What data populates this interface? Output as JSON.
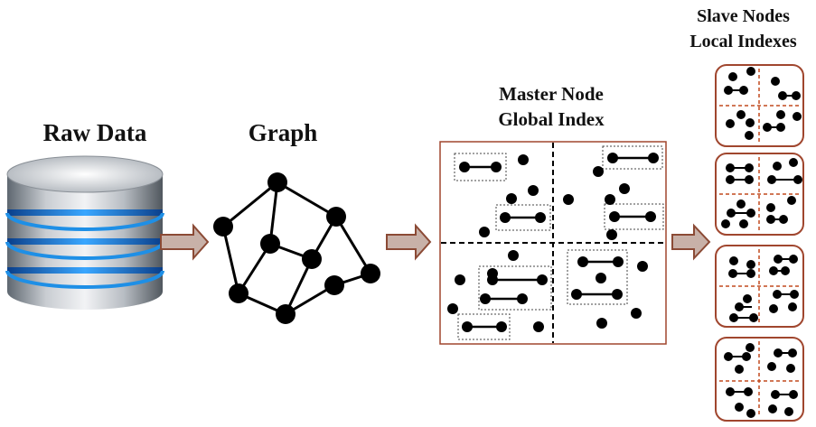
{
  "labels": {
    "raw_data": "Raw Data",
    "graph": "Graph",
    "master_line1": "Master Node",
    "master_line2": "Global Index",
    "slave_line1": "Slave Nodes",
    "slave_line2": "Local Indexes"
  },
  "colors": {
    "partition_border": "#a0462e",
    "partition_divider": "#c24a1e",
    "arrow_fill": "#c8b1a8",
    "arrow_stroke": "#8b4a35",
    "node": "#000000",
    "database_stripe": "#1e8fe6"
  },
  "icons": {
    "raw_data": "database-icon",
    "graph": "graph-icon",
    "arrow": "right-arrow-icon"
  }
}
